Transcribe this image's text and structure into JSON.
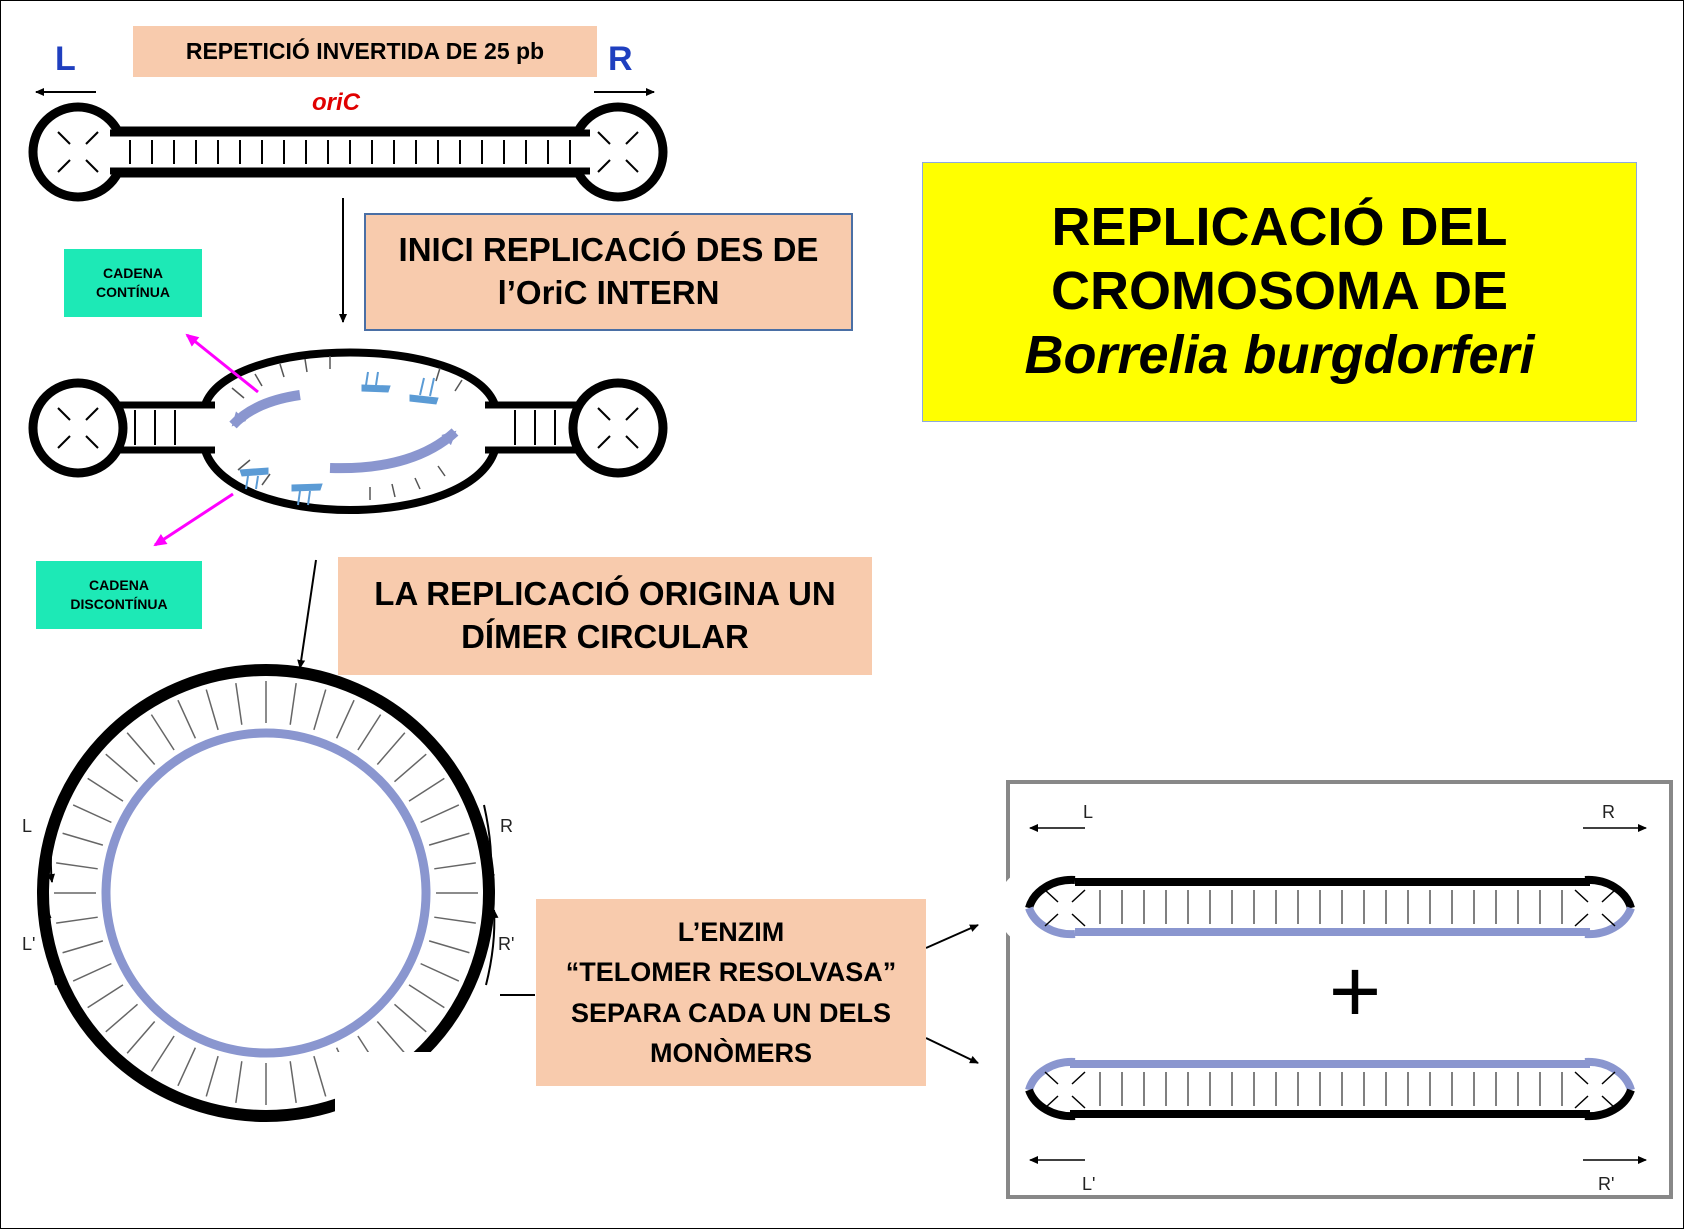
{
  "labels": {
    "left_end": "L",
    "right_end": "R",
    "origin": "oriC",
    "dimer_l": "L",
    "dimer_l_prime": "L'",
    "dimer_r": "R",
    "dimer_r_prime": "R'",
    "mono_top_l": "L",
    "mono_top_r": "R",
    "mono_bottom_l": "L'",
    "mono_bottom_r": "R'",
    "plus": "+"
  },
  "boxes": {
    "inverted_repeat": "REPETICIÓ INVERTIDA DE 25 pb",
    "init_line1": "INICI REPLICACIÓ DES DE",
    "init_line2": "l’OriC INTERN",
    "continuous_line1": "CADENA",
    "continuous_line2": "CONTÍNUA",
    "discontinuous_line1": "CADENA",
    "discontinuous_line2": "DISCONTÍNUA",
    "dimer_line1": "LA REPLICACIÓ ORIGINA UN",
    "dimer_line2": "DÍMER CIRCULAR",
    "enzyme_line1": "L’ENZIM",
    "enzyme_line2": "“TELOMER RESOLVASA”",
    "enzyme_line3": "SEPARA CADA UN DELS",
    "enzyme_line4": "MONÒMERS"
  },
  "title": {
    "line1": "REPLICACIÓ DEL",
    "line2": "CROMOSOMA DE",
    "line3": "Borrelia burgdorferi"
  },
  "colors": {
    "peach": "#f8cbad",
    "teal": "#1de9b6",
    "title_bg": "#ffff00",
    "new_strand": "#8a96cf",
    "lagging_fragment": "#5b9bd5",
    "arrow_magenta": "#ff00ff",
    "end_label_blue": "#1f3fbf",
    "origin_red": "#e00000"
  }
}
